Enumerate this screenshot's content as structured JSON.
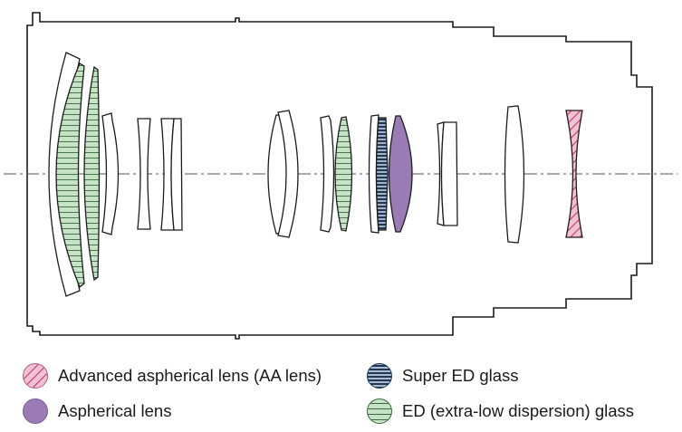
{
  "colors": {
    "outline": "#1c1c1c",
    "aa_lens_fill": "#f2c2d2",
    "aa_lens_hatch": "#c23b6e",
    "aspherical_fill": "#9a7bb5",
    "super_ed_fill": "#1d3a5b",
    "super_ed_stripe": "#dde6ee",
    "ed_fill": "#c6e3c6",
    "ed_stripe": "#3a6b3f",
    "axis": "#555555"
  },
  "legend": [
    {
      "label": "Advanced aspherical lens (AA lens)",
      "kind": "aa",
      "icon": "hatched-pink-circle-icon"
    },
    {
      "label": "Aspherical lens",
      "kind": "asph",
      "icon": "solid-purple-circle-icon"
    },
    {
      "label": "Super ED glass",
      "kind": "superED",
      "icon": "navy-striped-circle-icon"
    },
    {
      "label": "ED (extra-low dispersion) glass",
      "kind": "ed",
      "icon": "green-striped-circle-icon"
    }
  ]
}
